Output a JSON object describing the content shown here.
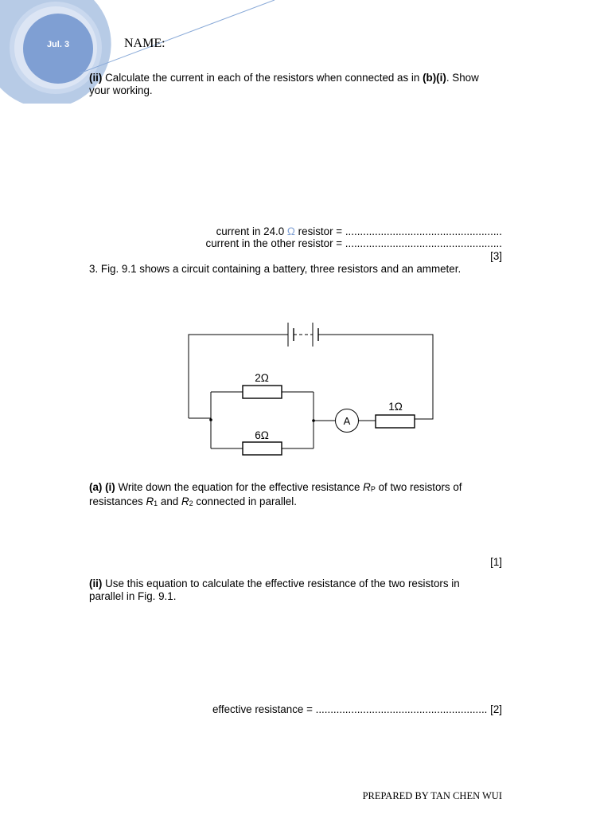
{
  "header": {
    "date": "Jul. 3",
    "name_label": "NAME:"
  },
  "q_b_ii": {
    "label": "(ii)",
    "text_a": "Calculate the current in each of the resistors when connected as in",
    "ref": "(b)(i)",
    "text_b": ". Show",
    "line2": "your working."
  },
  "answers_b": {
    "line1_prefix": "current in 24.0",
    "line1_omega": "Ω",
    "line1_suffix": " resistor = .....................................................",
    "line2": "current in the other resistor = .....................................................",
    "marks": "[3]"
  },
  "q3_intro": "3. Fig. 9.1 shows a circuit containing a battery, three resistors and an ammeter.",
  "circuit": {
    "r_top": "2Ω",
    "r_bottom": "6Ω",
    "r_series": "1Ω",
    "ammeter": "A"
  },
  "q_a_i": {
    "label": "(a) (i)",
    "text_a": "Write down the equation for the effective resistance",
    "rp": "R",
    "rp_sub": "P",
    "text_b": "of two resistors of",
    "line2_a": "resistances",
    "r1": "R",
    "r1_sub": "1",
    "and": "and",
    "r2": "R",
    "r2_sub": "2",
    "line2_b": "connected in parallel.",
    "marks": "[1]"
  },
  "q_a_ii": {
    "label": "(ii)",
    "text": "Use this equation to calculate the effective resistance of the two resistors in",
    "line2": "parallel in Fig. 9.1."
  },
  "answer_eff": "effective resistance = .......................................................... [2]",
  "footer": "PREPARED BY TAN CHEN WUI"
}
